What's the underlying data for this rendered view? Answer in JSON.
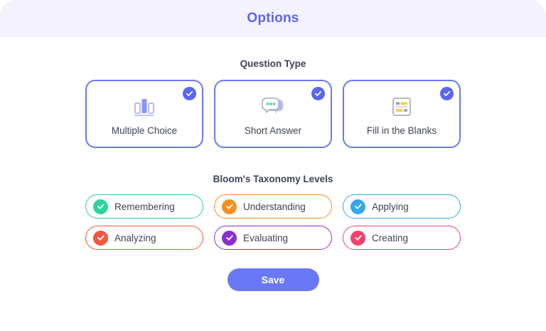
{
  "header": {
    "title": "Options",
    "bg": "#f4f3fd",
    "text_color": "#5b67f0"
  },
  "question_type": {
    "section_title": "Question Type",
    "accent": "#6b78f5",
    "cards": [
      {
        "label": "Multiple Choice",
        "icon": "bar-chart-icon",
        "selected": true
      },
      {
        "label": "Short Answer",
        "icon": "speech-bubble-icon",
        "selected": true
      },
      {
        "label": "Fill in the Blanks",
        "icon": "form-document-icon",
        "selected": true
      }
    ]
  },
  "bloom": {
    "section_title": "Bloom's Taxonomy Levels",
    "levels": [
      {
        "label": "Remembering",
        "color": "#2ed39a",
        "selected": true
      },
      {
        "label": "Understanding",
        "color": "#fb8c1e",
        "selected": true
      },
      {
        "label": "Applying",
        "color": "#33a8e8",
        "selected": true
      },
      {
        "label": "Analyzing",
        "color": "#f2563f",
        "selected": true
      },
      {
        "label": "Evaluating",
        "color": "#8b2fd0",
        "selected": true
      },
      {
        "label": "Creating",
        "color": "#f2416c",
        "selected": true
      }
    ]
  },
  "footer": {
    "save_label": "Save",
    "save_bg": "#6b78f5"
  }
}
